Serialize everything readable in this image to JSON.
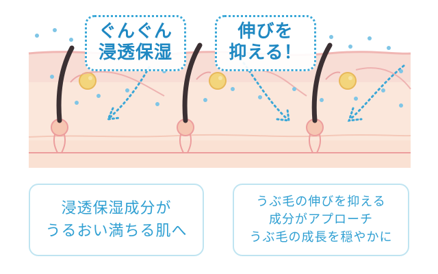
{
  "callouts": {
    "left": {
      "line1": "ぐんぐん",
      "line2": "浸透保湿"
    },
    "right": {
      "line1": "伸びを",
      "line2": "抑える！"
    }
  },
  "info_boxes": {
    "left": {
      "lines": [
        "浸透保湿成分が",
        "うるおい満ちる肌へ"
      ]
    },
    "right": {
      "lines": [
        "うぶ毛の伸びを抑える",
        "成分がアプローチ",
        "うぶ毛の成長を穏やかに"
      ]
    }
  },
  "colors": {
    "accent_blue": "#3aa7d7",
    "text_blue": "#2f9fd2",
    "skin_upper": "#f8ddd5",
    "skin_lower": "#fbe9dc",
    "skin_line": "#eb9a9a",
    "hair": "#3b3033",
    "sebaceous_gland": "#f3d57c",
    "droplet": "#7fc5e6"
  },
  "icons": [
    "hair-follicle-icon",
    "sebaceous-gland-icon",
    "moisture-droplet-icon",
    "dotted-arrow-icon"
  ]
}
